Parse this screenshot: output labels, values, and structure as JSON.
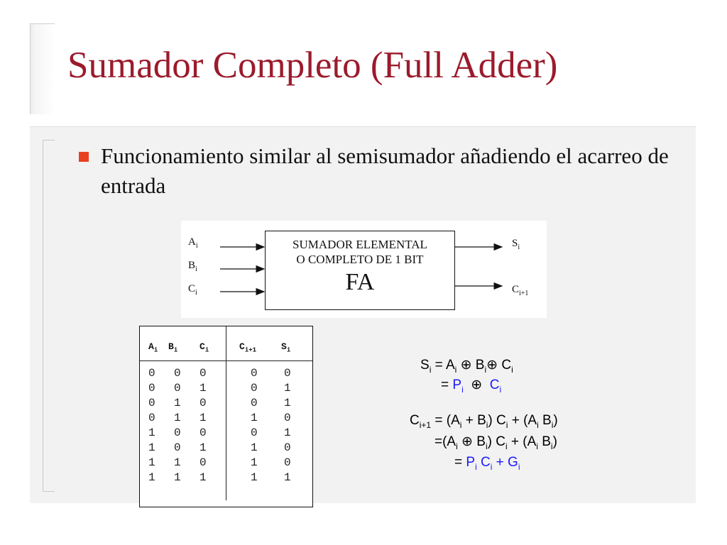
{
  "title": "Sumador Completo (Full Adder)",
  "bullet": "Funcionamiento similar al semisumador añadiendo el acarreo de entrada",
  "diagram": {
    "box_line1": "SUMADOR ELEMENTAL",
    "box_line2": "O COMPLETO DE 1 BIT",
    "box_label": "FA",
    "inputs": [
      "A",
      "B",
      "C"
    ],
    "input_sub": "i",
    "outputs": [
      {
        "base": "S",
        "sub": "i"
      },
      {
        "base": "C",
        "sub": "i+1"
      }
    ]
  },
  "truth_table": {
    "headers": [
      {
        "base": "A",
        "sub": "i"
      },
      {
        "base": "B",
        "sub": "i"
      },
      {
        "base": "C",
        "sub": "i"
      },
      {
        "base": "C",
        "sub": "i+1"
      },
      {
        "base": "S",
        "sub": "i"
      }
    ],
    "rows": [
      [
        "0",
        "0",
        "0",
        "0",
        "0"
      ],
      [
        "0",
        "0",
        "1",
        "0",
        "1"
      ],
      [
        "0",
        "1",
        "0",
        "0",
        "1"
      ],
      [
        "0",
        "1",
        "1",
        "1",
        "0"
      ],
      [
        "1",
        "0",
        "0",
        "0",
        "1"
      ],
      [
        "1",
        "0",
        "1",
        "1",
        "0"
      ],
      [
        "1",
        "1",
        "0",
        "1",
        "0"
      ],
      [
        "1",
        "1",
        "1",
        "1",
        "1"
      ]
    ]
  },
  "equations": {
    "sum_line1_html": "S<sub>i</sub> = A<sub>i</sub> ⊕ B<sub>i</sub>⊕ C<sub>i</sub>",
    "sum_line2_html": "= <span class=\"blue\">P<sub>i</sub></span> &nbsp;⊕ &nbsp;<span class=\"blue\">C<sub>i</sub></span>",
    "carry_line1_html": "C<sub>i+1</sub> = (A<sub>i</sub> + B<sub>i</sub>) C<sub>i</sub> + (A<sub>i</sub> B<sub>i</sub>)",
    "carry_line2_html": "=(A<sub>i</sub> ⊕ B<sub>i</sub>) C<sub>i</sub> + (A<sub>i</sub> B<sub>i</sub>)",
    "carry_line3_html": "= <span class=\"blue\">P<sub>i</sub> C<sub>i</sub> + G<sub>i</sub></span>"
  },
  "colors": {
    "title": "#9b1b2c",
    "bullet": "#e8411f",
    "highlight": "#1a1aff",
    "panel": "#f2f2f2"
  }
}
